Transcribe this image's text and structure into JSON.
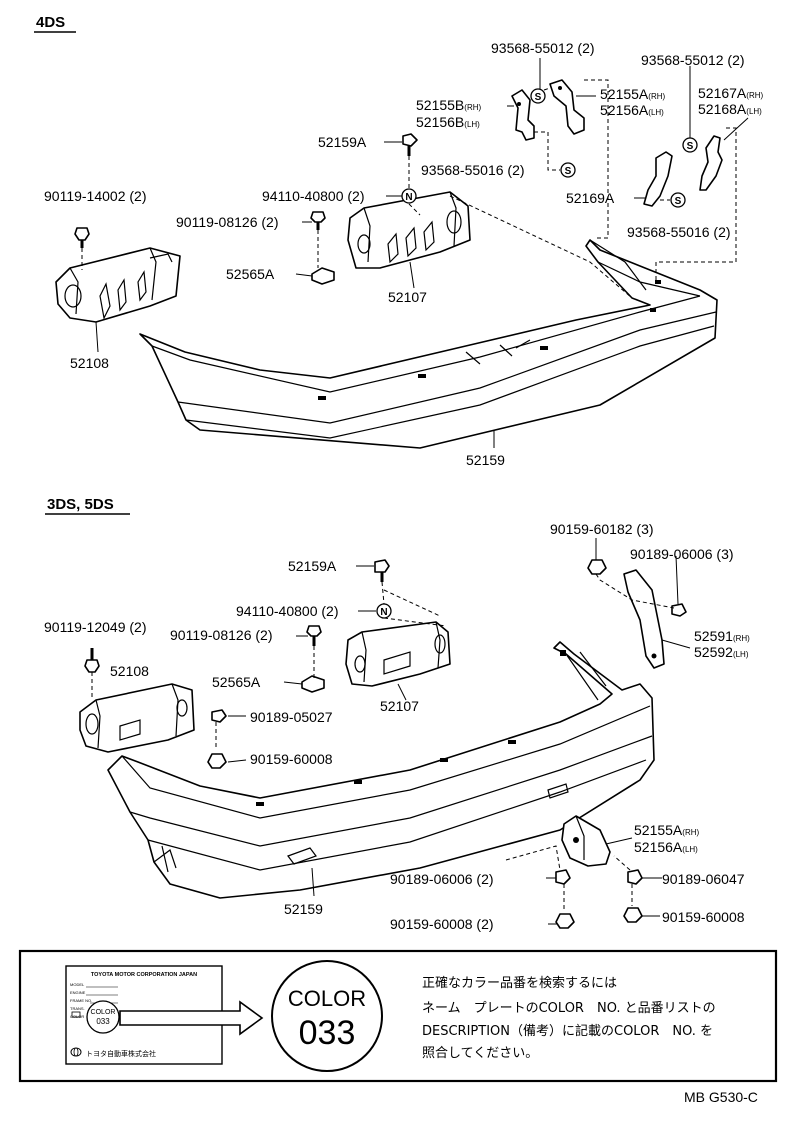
{
  "section_4ds": {
    "title": "4DS",
    "labels": {
      "l_93568_55012_a": "93568-55012 (2)",
      "l_93568_55012_b": "93568-55012 (2)",
      "l_52155b": "52155B",
      "l_52156b": "52156B",
      "l_52155a": "52155A",
      "l_52156a": "52156A",
      "l_52167a": "52167A",
      "l_52168a": "52168A",
      "l_52159a": "52159A",
      "l_93568_55016_a": "93568-55016 (2)",
      "l_52169a": "52169A",
      "l_93568_55016_b": "93568-55016 (2)",
      "l_90119_14002": "90119-14002 (2)",
      "l_94110_40800": "94110-40800 (2)",
      "l_90119_08126": "90119-08126 (2)",
      "l_52565a": "52565A",
      "l_52107": "52107",
      "l_52108": "52108",
      "l_52159": "52159"
    }
  },
  "section_3ds5ds": {
    "title": "3DS, 5DS",
    "labels": {
      "l_90159_60182": "90159-60182 (3)",
      "l_90189_06006_a": "90189-06006 (3)",
      "l_52159a": "52159A",
      "l_94110_40800": "94110-40800 (2)",
      "l_90119_12049": "90119-12049 (2)",
      "l_90119_08126": "90119-08126 (2)",
      "l_52108": "52108",
      "l_52591": "52591",
      "l_52592": "52592",
      "l_52565a": "52565A",
      "l_52107": "52107",
      "l_90189_05027": "90189-05027",
      "l_90159_60008_a": "90159-60008",
      "l_52155a": "52155A",
      "l_52156a": "52156A",
      "l_90189_06006_b": "90189-06006 (2)",
      "l_90189_06047": "90189-06047",
      "l_52159": "52159",
      "l_90159_60008_b": "90159-60008 (2)",
      "l_90159_60008_c": "90159-60008"
    }
  },
  "side_marks": {
    "rh": "(RH)",
    "lh": "(LH)"
  },
  "symbols": {
    "s": "S",
    "n": "N"
  },
  "color_box": {
    "plate_company": "TOYOTA MOTOR CORPORATION JAPAN",
    "plate_maker": "トヨタ自動車株式会社",
    "plate_color_word": "COLOR",
    "plate_color_code": "033",
    "plate_rows": [
      "MODEL",
      "ENGINE",
      "FRAME NO.",
      "TRANS.",
      "COLOR"
    ],
    "big_color_word": "COLOR",
    "big_color_code": "033",
    "text_lines": [
      "正確なカラー品番を検索するには",
      "ネーム　プレートのCOLOR　NO. と品番リストの",
      "DESCRIPTION（備考）に記載のCOLOR　NO. を",
      "照合してください。"
    ]
  },
  "ref_code": "MB G530-C"
}
